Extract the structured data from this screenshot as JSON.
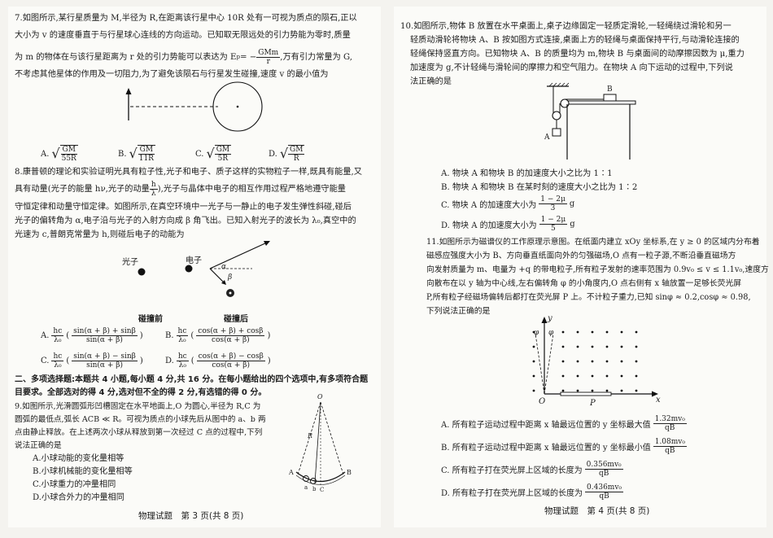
{
  "left_page": {
    "q7": {
      "line1": "7.如图所示,某行星质量为 M,半径为 R,在距离该行星中心 10R 处有一可视为质点的陨石,正以",
      "line2": "大小为 v 的速度垂直于与行星球心连线的方向运动。已知取无限远处的引力势能为零时,质量",
      "line3a": "为 m 的物体在与该行星距离为 r 处的引力势能可以表达为 E",
      "line3b": "p",
      "line3c": " = −",
      "ep_num": "GMm",
      "ep_den": "r",
      "line3d": ",万有引力常量为 G,",
      "line4": "不考虑其他星体的作用及一切阻力,为了避免该陨石与行星发生碰撞,速度 v 的最小值为",
      "options": [
        {
          "label": "A.",
          "num": "GM",
          "den": "55R"
        },
        {
          "label": "B.",
          "num": "GM",
          "den": "11R"
        },
        {
          "label": "C.",
          "num": "GM",
          "den": "5R"
        },
        {
          "label": "D.",
          "num": "GM",
          "den": "R"
        }
      ]
    },
    "q8": {
      "line1": "8.康普顿的理论和实验证明光具有粒子性,光子和电子、质子这样的实物粒子一样,既具有能量,又",
      "line2a": "具有动量(光子的能量 hν,光子的动量 ",
      "p_num": "h",
      "p_den": "λ",
      "line2b": "),光子与晶体中电子的相互作用过程严格地遵守能量",
      "line3": "守恒定律和动量守恒定律。如图所示,在真空环境中一光子与一静止的电子发生弹性斜碰,碰后",
      "line4": "光子的偏转角为 α,电子沿与光子的入射方向成 β 角飞出。已知入射光子的波长为 λ₀,真空中的",
      "line5": "光速为 c,普朗克常量为 h,则碰后电子的动能为",
      "photon_label": "光子",
      "electron_label": "电子",
      "alpha": "α",
      "beta": "β",
      "before_label": "碰撞前",
      "after_label": "碰撞后",
      "options": [
        {
          "label": "A.",
          "coef_num": "hc",
          "coef_den": "λ₀",
          "num": "sin(α + β) + sinβ",
          "den": "sin(α + β)"
        },
        {
          "label": "B.",
          "coef_num": "hc",
          "coef_den": "λ₀",
          "num": "cos(α + β) + cosβ",
          "den": "cos(α + β)"
        },
        {
          "label": "C.",
          "coef_num": "hc",
          "coef_den": "λ₀",
          "num": "sin(α + β) − sinβ",
          "den": "sin(α + β)"
        },
        {
          "label": "D.",
          "coef_num": "hc",
          "coef_den": "λ₀",
          "num": "cos(α + β) − cosβ",
          "den": "cos(α + β)"
        }
      ]
    },
    "section2": {
      "line1": "二、多项选择题:本题共 4 小题,每小题 4 分,共 16 分。在每小题给出的四个选项中,有多项符合题",
      "line2": "目要求。全部选对的得 4 分,选对但不全的得 2 分,有选错的得 0 分。"
    },
    "q9": {
      "line1": "9.如图所示,光滑圆弧形凹槽固定在水平地面上,O 为圆心,半径为 R,C 为",
      "line2": "圆弧的最低点,弧长 ACB ≪ R。可视为质点的小球先后从图中的 a、b 两",
      "line3": "点由静止释放。在上述两次小球从释放到第一次经过 C 点的过程中,下列",
      "line4": "说法正确的是",
      "options": [
        "A.小球动能的变化量相等",
        "B.小球机械能的变化量相等",
        "C.小球重力的冲量相同",
        "D.小球合外力的冲量相同"
      ],
      "fig_O": "O",
      "fig_R": "R",
      "fig_A": "A",
      "fig_B": "B",
      "fig_a": "a",
      "fig_b": "b",
      "fig_C": "C"
    },
    "footer": "物理试题　第 3 页(共 8 页)"
  },
  "right_page": {
    "q10": {
      "line1": "10.如图所示,物体 B 放置在水平桌面上,桌子边缘固定一轻质定滑轮,一轻绳绕过滑轮和另一",
      "line2": "轻质动滑轮将物块 A、B 按如图方式连接,桌面上方的轻绳与桌面保持平行,与动滑轮连接的",
      "line3": "轻绳保持竖直方向。已知物块 A、B 的质量均为 m,物块 B 与桌面间的动摩擦因数为 μ,重力",
      "line4": "加速度为 g,不计轻绳与滑轮间的摩擦力和空气阻力。在物块 A 向下运动的过程中,下列说",
      "line5": "法正确的是",
      "fig_A": "A",
      "fig_B": "B",
      "options": [
        {
          "text": "A. 物块 A 和物块 B 的加速度大小之比为 1∶1"
        },
        {
          "text": "B. 物块 A 和物块 B 在某时刻的速度大小之比为 1∶2"
        },
        {
          "text": "C. 物块 A 的加速度大小为 ",
          "num": "1 − 2μ",
          "den": "3",
          "tail": "g"
        },
        {
          "text": "D. 物块 A 的加速度大小为 ",
          "num": "1 − 2μ",
          "den": "5",
          "tail": "g"
        }
      ]
    },
    "q11": {
      "line1": "11.如图所示为磁谱仪的工作原理示意图。在纸面内建立 xOy 坐标系,在 y ≥ 0 的区域内分布着",
      "line2": "磁感应强度大小为 B、方向垂直纸面向外的匀强磁场,O 点有一粒子源,不断沿垂直磁场方",
      "line3": "向发射质量为 m、电量为 +q 的带电粒子,所有粒子发射的速率范围为 0.9v₀ ≤ v ≤ 1.1v₀,速度方",
      "line4": "向散布在以 y 轴为中心线,左右偏转角 φ 的小角度内,O 点右侧有 x 轴放置一足够长荧光屏",
      "line5": "P,所有粒子经磁场偏转后都打在荧光屏 P 上。不计粒子重力,已知 sinφ ≈ 0.2,cosφ ≈ 0.98,",
      "line6": "下列说法正确的是",
      "fig_x": "x",
      "fig_y": "y",
      "fig_O": "O",
      "fig_P": "P",
      "fig_phi": "φ",
      "options": [
        {
          "text": "A. 所有粒子运动过程中距离 x 轴最远位置的 y 坐标最大值 ",
          "num": "1.32mv₀",
          "den": "qB"
        },
        {
          "text": "B. 所有粒子运动过程中距离 x 轴最远位置的 y 坐标最小值 ",
          "num": "1.08mv₀",
          "den": "qB"
        },
        {
          "text": "C. 所有粒子打在荧光屏上区域的长度为 ",
          "num": "0.356mv₀",
          "den": "qB"
        },
        {
          "text": "D. 所有粒子打在荧光屏上区域的长度为 ",
          "num": "0.436mv₀",
          "den": "qB"
        }
      ]
    },
    "footer": "物理试题　第 4 页(共 8 页)"
  }
}
